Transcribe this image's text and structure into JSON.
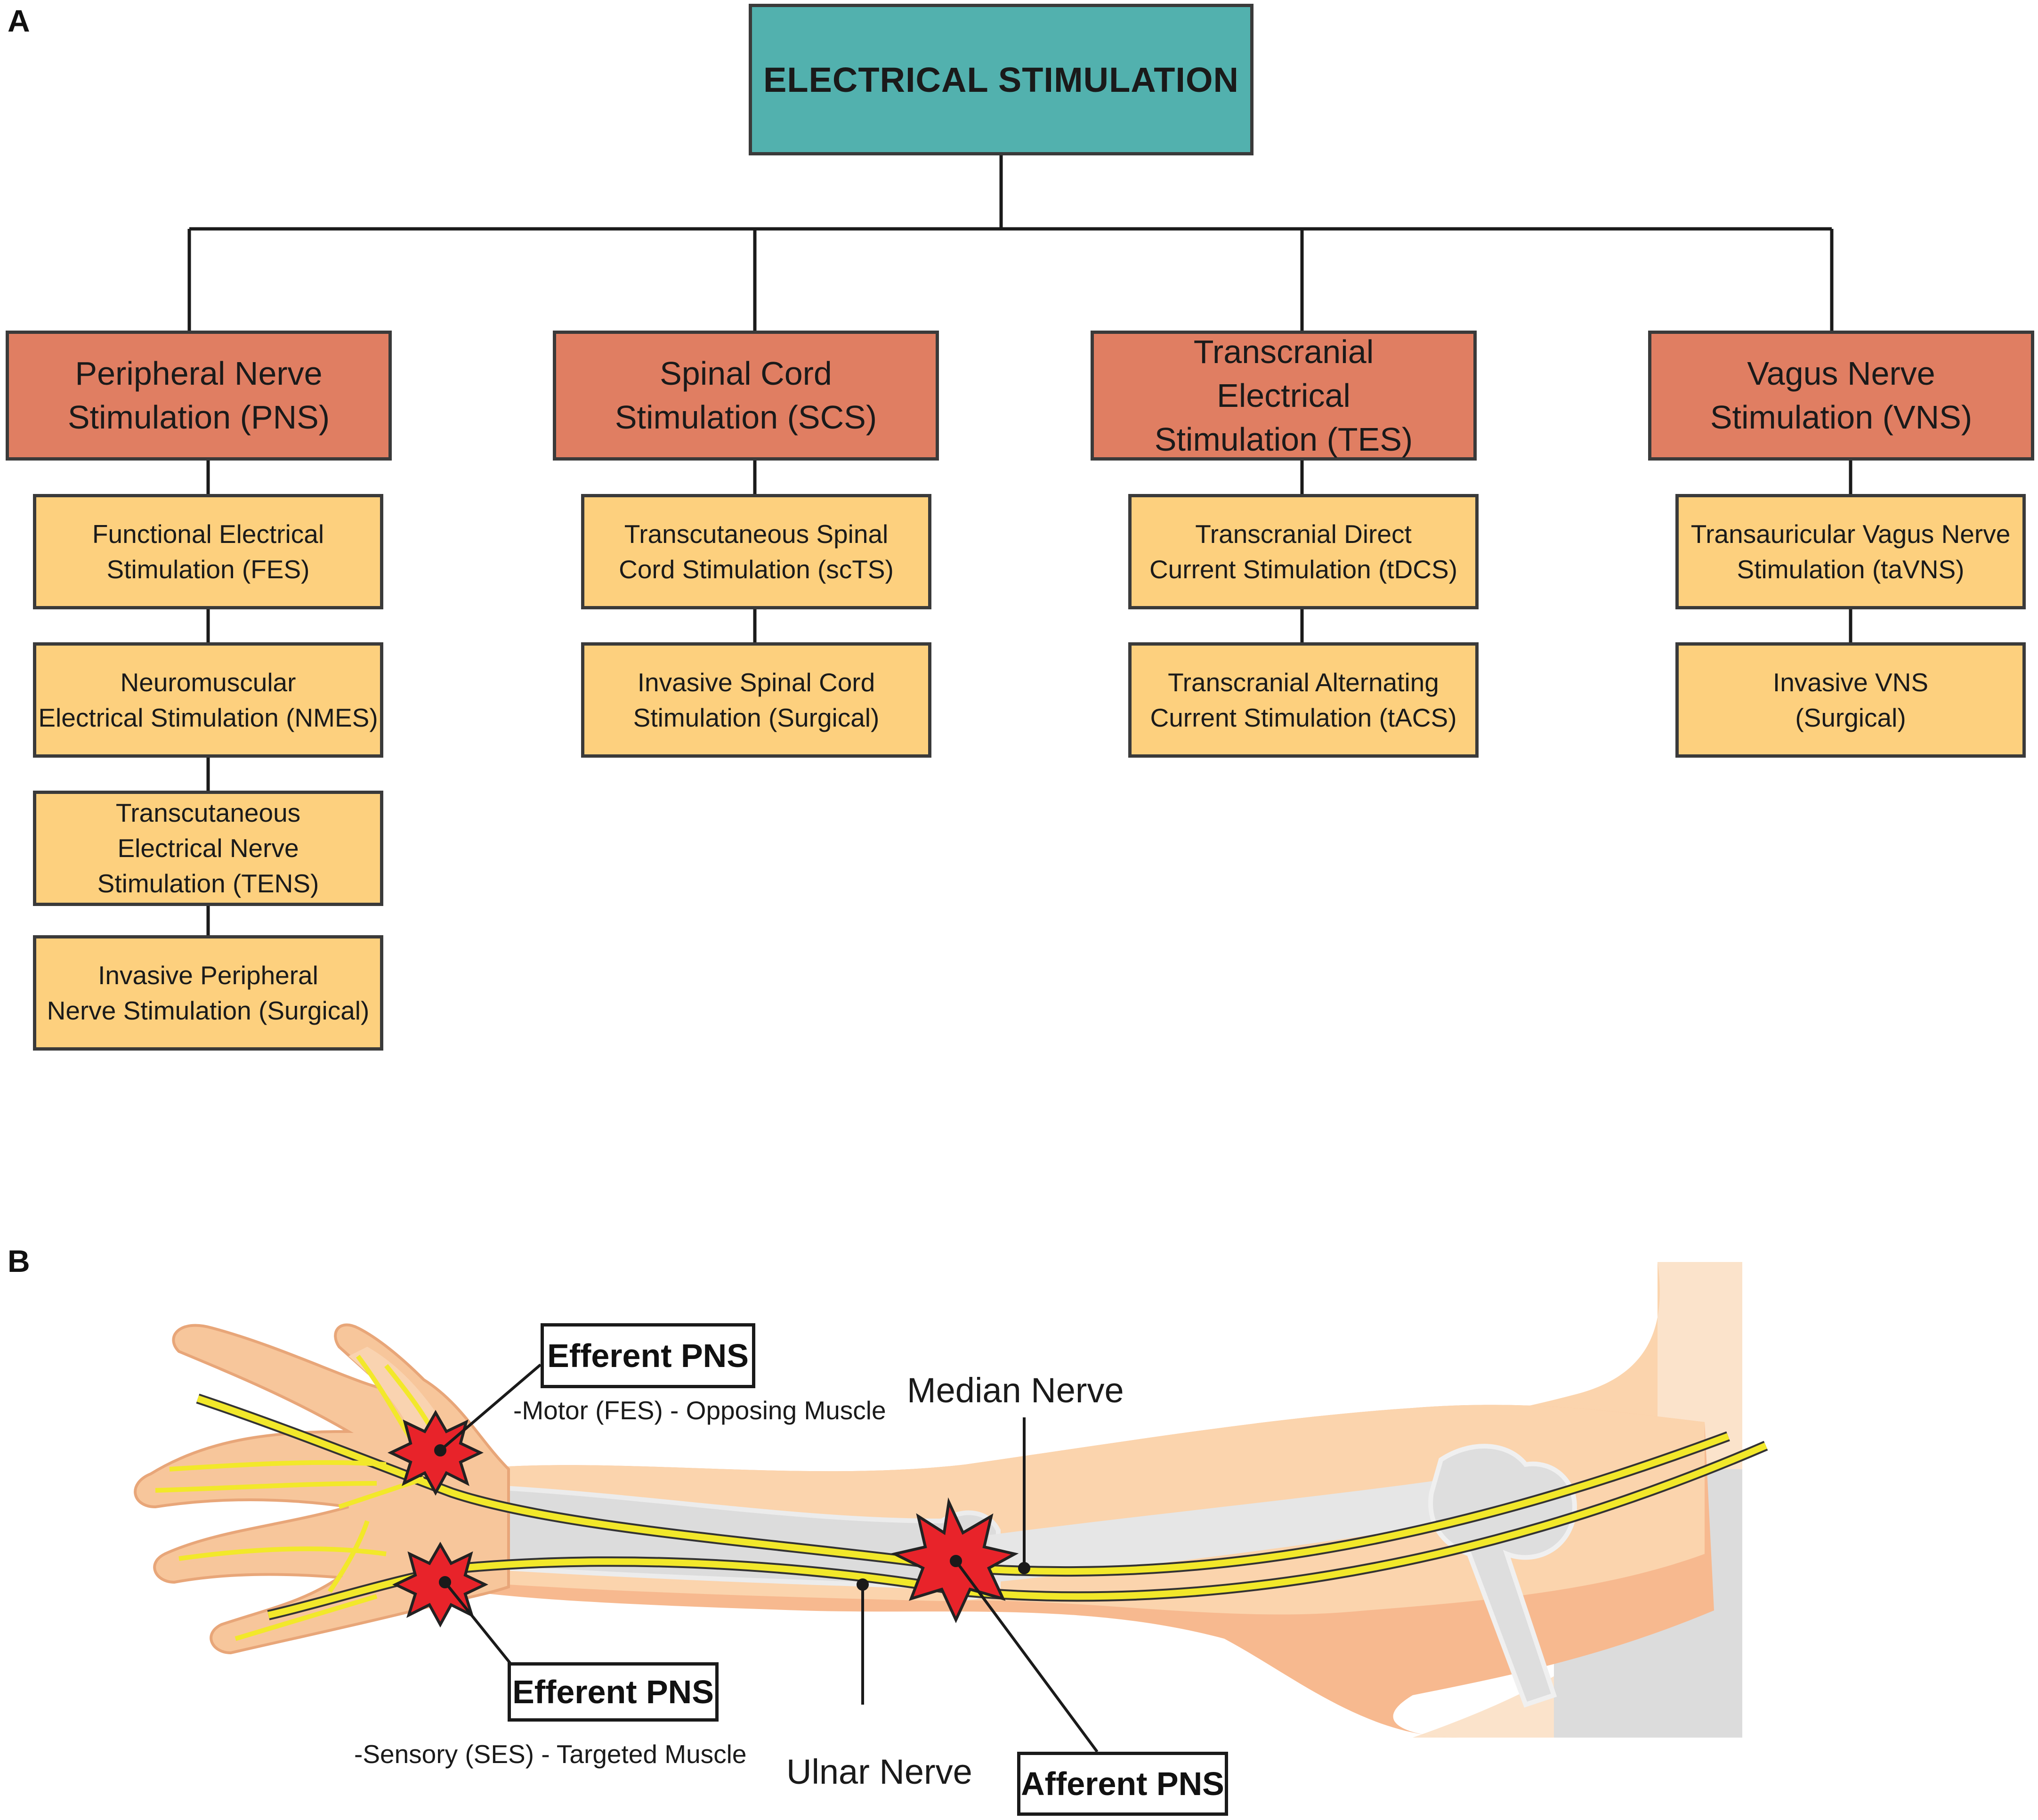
{
  "panel_a": {
    "letter": "A",
    "root": "ELECTRICAL STIMULATION",
    "categories": [
      {
        "label": "Peripheral Nerve\nStimulation (PNS)",
        "items": [
          "Functional Electrical\nStimulation (FES)",
          "Neuromuscular\nElectrical Stimulation (NMES)",
          "Transcutaneous\nElectrical Nerve\nStimulation (TENS)",
          "Invasive Peripheral\nNerve Stimulation (Surgical)"
        ]
      },
      {
        "label": "Spinal Cord\nStimulation (SCS)",
        "items": [
          "Transcutaneous Spinal\nCord Stimulation (scTS)",
          "Invasive Spinal Cord\nStimulation (Surgical)"
        ]
      },
      {
        "label": "Transcranial\nElectrical\nStimulation (TES)",
        "items": [
          "Transcranial Direct\nCurrent Stimulation (tDCS)",
          "Transcranial Alternating\nCurrent Stimulation (tACS)"
        ]
      },
      {
        "label": "Vagus Nerve\nStimulation (VNS)",
        "items": [
          "Transauricular Vagus Nerve\nStimulation (taVNS)",
          "Invasive VNS\n(Surgical)"
        ]
      }
    ]
  },
  "panel_b": {
    "letter": "B",
    "efferent_top": "Efferent PNS",
    "efferent_top_desc": "-Motor (FES) - Opposing Muscle",
    "efferent_bottom": "Efferent PNS",
    "efferent_bottom_desc": "-Sensory (SES) - Targeted Muscle",
    "median_nerve": "Median Nerve",
    "ulnar_nerve": "Ulnar Nerve",
    "afferent": "Afferent PNS"
  },
  "colors": {
    "root": "#52b1ae",
    "category": "#e07e62",
    "item": "#fdd07e",
    "skin": "#fbd4ad",
    "nerve": "#f2e82a",
    "stimulus": "#e8232a"
  }
}
